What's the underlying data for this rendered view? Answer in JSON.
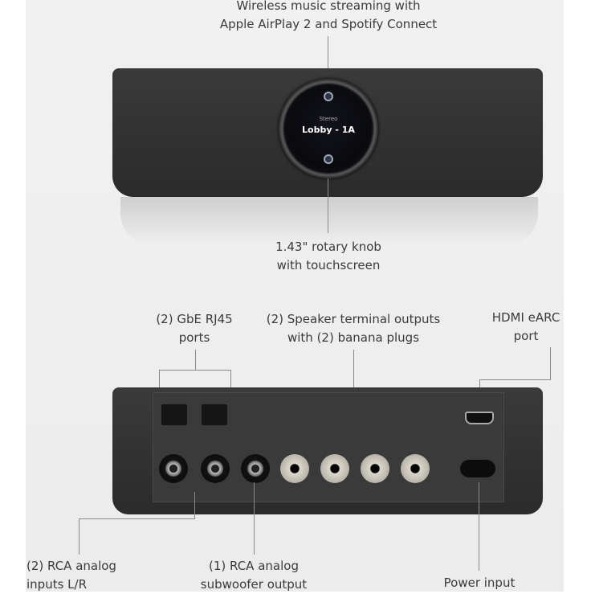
{
  "callouts": {
    "streaming": [
      "Wireless music streaming with",
      "Apple AirPlay 2 and Spotify Connect"
    ],
    "knob": [
      "1.43\" rotary knob",
      "with touchscreen"
    ],
    "rj45": [
      "(2) GbE RJ45",
      "ports"
    ],
    "speaker": [
      "(2) Speaker terminal outputs",
      "with (2) banana plugs"
    ],
    "hdmi": [
      "HDMI eARC",
      "port"
    ],
    "rca_in": [
      "(2) RCA analog",
      "inputs L/R"
    ],
    "sub": [
      "(1) RCA analog",
      "subwoofer output"
    ],
    "power": [
      "Power input"
    ]
  },
  "screen": {
    "source": "Stereo",
    "zone": "Lobby - 1A"
  },
  "colors": {
    "device": "#2e2e2e",
    "background": "#efefef",
    "banana": "#d8d3c7"
  }
}
